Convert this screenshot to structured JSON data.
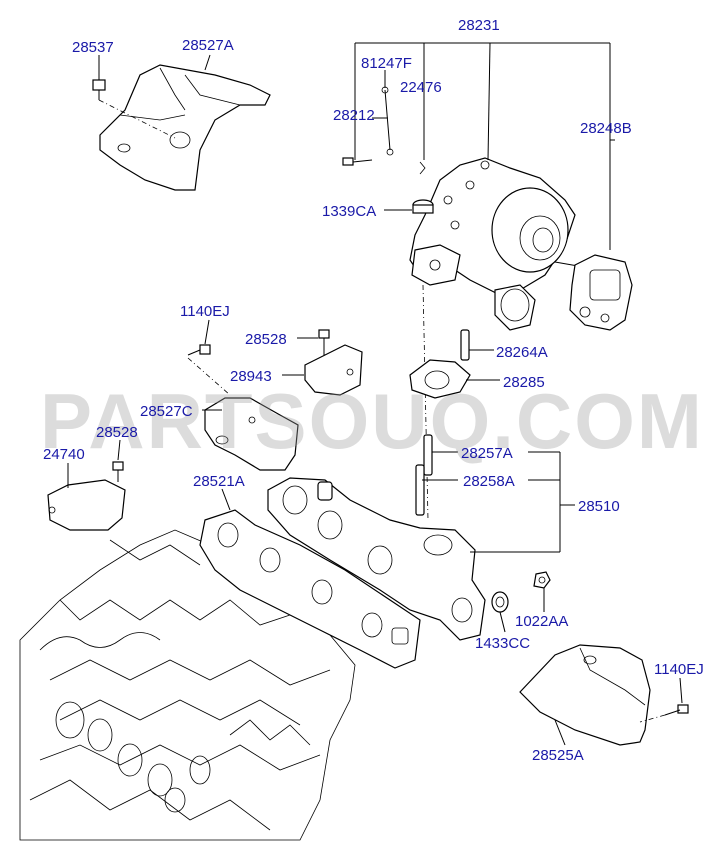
{
  "watermark": "PARTSOUQ.COM",
  "labels": {
    "p28231": "28231",
    "p28537": "28537",
    "p28527A": "28527A",
    "p81247F": "81247F",
    "p22476": "22476",
    "p28212": "28212",
    "p28248B": "28248B",
    "p1339CA": "1339CA",
    "p1140EJ_top": "1140EJ",
    "p28528_top": "28528",
    "p28943": "28943",
    "p28264A": "28264A",
    "p28285": "28285",
    "p28527C": "28527C",
    "p28528_left": "28528",
    "p28257A": "28257A",
    "p24740": "24740",
    "p28521A": "28521A",
    "p28258A": "28258A",
    "p28510": "28510",
    "p1022AA": "1022AA",
    "p1433CC": "1433CC",
    "p1140EJ_right": "1140EJ",
    "p28525A": "28525A"
  }
}
